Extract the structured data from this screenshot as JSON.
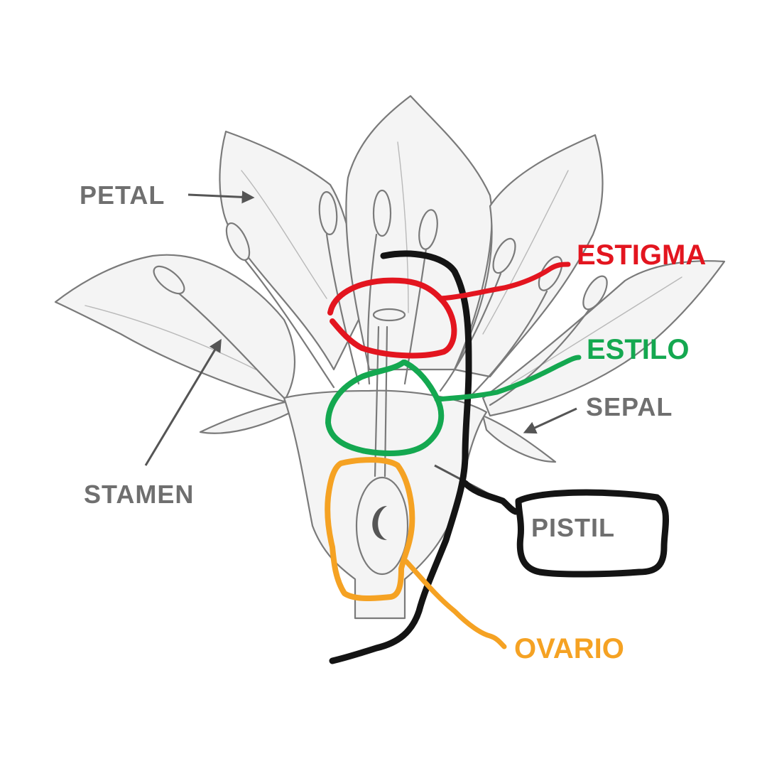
{
  "labels": {
    "petal": "PETAL",
    "stamen": "STAMEN",
    "sepal": "SEPAL",
    "pistil": "PISTIL",
    "estigma": "ESTIGMA",
    "estilo": "ESTILO",
    "ovario": "OVARIO"
  },
  "colors": {
    "estigma": "#e3151f",
    "estilo": "#14a850",
    "ovario": "#f5a223",
    "pistil": "#141414",
    "printed_label": "#6f6f6f"
  }
}
